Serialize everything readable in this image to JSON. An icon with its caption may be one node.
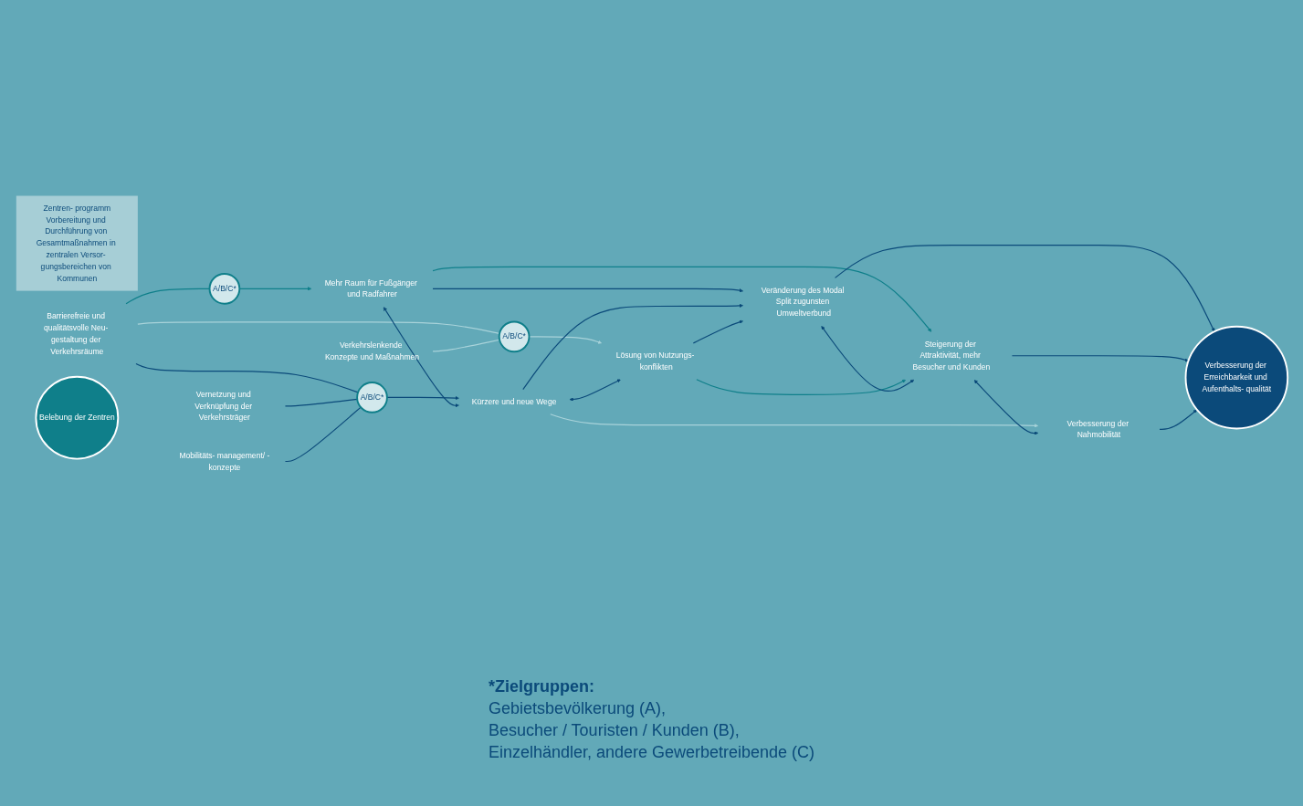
{
  "diagram": {
    "nodes": [
      {
        "text": [
          "Zentren- programm",
          "Vorbereitung und Durchführung von Gesamtmaßnahmen in zentralen Versor- gungsbereichen von Kommunen"
        ]
      },
      {
        "text": [
          "Barrierefreie und qualitätsvolle Neu- gestaltung der Verkehrsräume"
        ]
      },
      {
        "text": [
          "Verkehrslenkende Konzepte und Maßnahmen"
        ]
      },
      {
        "text": [
          "Vernetzung und Verknüpfung der Verkehrsträger"
        ]
      },
      {
        "text": [
          "Mobilitäts- management/ -konzepte"
        ]
      },
      {
        "text": [
          "A/B/C*"
        ]
      },
      {
        "text": [
          "A/B/C*"
        ]
      },
      {
        "text": [
          "A/B/C*"
        ]
      },
      {
        "text": [
          "Mehr Raum für Fußgänger und Radfahrer"
        ]
      },
      {
        "text": [
          "Kürzere und neue Wege"
        ]
      },
      {
        "text": [
          "Lösung von Nutzungs- konflikten"
        ]
      },
      {
        "text": [
          "Veränderung des Modal Split zugunsten Umweltverbund"
        ]
      },
      {
        "text": [
          "Steigerung der Attraktivität, mehr Besucher und Kunden"
        ]
      },
      {
        "text": [
          "Verbesserung der Nahmobilität"
        ]
      },
      {
        "text": [
          "Belebung der Zentren"
        ]
      },
      {
        "text": [
          "Verbesserung der Erreichbarkeit und Aufenthalts- qualität"
        ]
      }
    ],
    "edges": [
      {
        "from": 1,
        "to": 5,
        "arrow": "none",
        "color": "#0f7f8a"
      },
      {
        "from": 5,
        "to": 8,
        "arrow": "to",
        "color": "#0f7f8a"
      },
      {
        "from": 1,
        "to": 6,
        "arrow": "none"
      },
      {
        "from": 3,
        "to": 6,
        "arrow": "none"
      },
      {
        "from": 4,
        "to": 6,
        "arrow": "none"
      },
      {
        "from": 6,
        "to": 9,
        "arrow": "to"
      },
      {
        "from": 1,
        "to": 7,
        "arrow": "none",
        "color": "#a9d3da"
      },
      {
        "from": 2,
        "to": 7,
        "arrow": "none",
        "color": "#a9d3da"
      },
      {
        "from": 7,
        "to": 10,
        "arrow": "to",
        "color": "#a9d3da"
      },
      {
        "from": 8,
        "to": 9,
        "arrow": "both"
      },
      {
        "from": 9,
        "to": 10,
        "arrow": "both"
      },
      {
        "from": 8,
        "to": 11,
        "arrow": "to"
      },
      {
        "from": 9,
        "to": 11,
        "arrow": "to"
      },
      {
        "from": 10,
        "to": 11,
        "arrow": "to"
      },
      {
        "from": 8,
        "to": 12,
        "arrow": "to",
        "color": "#0f7f8a"
      },
      {
        "from": 10,
        "to": 12,
        "arrow": "to",
        "color": "#0f7f8a"
      },
      {
        "from": 9,
        "to": 13,
        "arrow": "to",
        "color": "#a9d3da"
      },
      {
        "from": 11,
        "to": 12,
        "arrow": "both"
      },
      {
        "from": 12,
        "to": 13,
        "arrow": "both"
      },
      {
        "from": 11,
        "to": 15,
        "arrow": "to"
      },
      {
        "from": 12,
        "to": 15,
        "arrow": "to"
      },
      {
        "from": 13,
        "to": 15,
        "arrow": "to"
      }
    ],
    "labels": [
      "*Zielgruppen:",
      "Gebietsbevölkerung (A),",
      "Besucher / Touristen / Kunden (B),",
      "Einzelhändler, andere Gewerbetreibende (C)"
    ]
  }
}
